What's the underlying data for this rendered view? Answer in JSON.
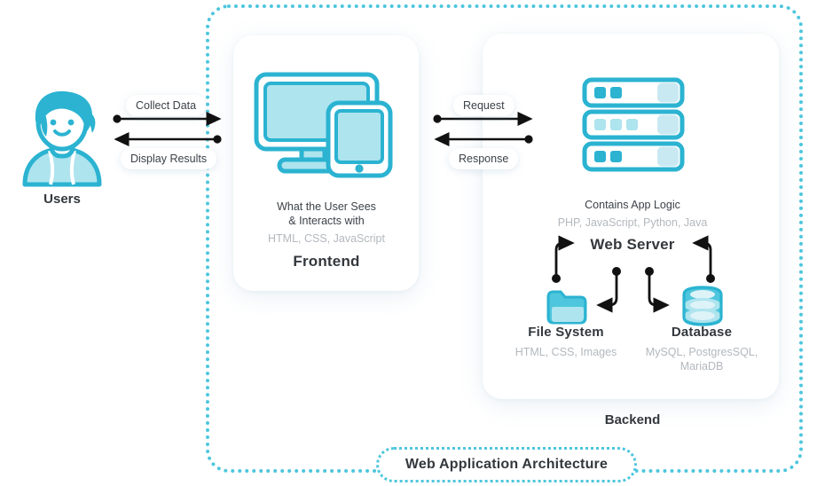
{
  "diagram": {
    "title": "Web Application Architecture",
    "accent_color": "#4ec6dd",
    "accent_dark": "#2bb3d1",
    "accent_light": "#aee4ee",
    "text_color": "#33383d",
    "muted_color": "#b3b8bd"
  },
  "users": {
    "label": "Users",
    "icon": "user-avatar-icon"
  },
  "user_flows": {
    "collect_data": "Collect Data",
    "display_results": "Display Results"
  },
  "frontend": {
    "description_line1": "What the User Sees",
    "description_line2": "& Interacts with",
    "technologies": "HTML, CSS, JavaScript",
    "title": "Frontend",
    "icon": "desktop-and-tablet-icon"
  },
  "frontend_backend_flows": {
    "request": "Request",
    "response": "Response"
  },
  "backend": {
    "title": "Backend",
    "server": {
      "description": "Contains App Logic",
      "technologies": "PHP, JavaScript, Python, Java",
      "title": "Web Server",
      "icon": "server-rack-icon"
    },
    "file_system": {
      "title": "File System",
      "technologies": "HTML, CSS, Images",
      "icon": "folder-icon"
    },
    "database": {
      "title": "Database",
      "technologies_line1": "MySQL, PostgresSQL,",
      "technologies_line2": "MariaDB",
      "icon": "database-cylinder-icon"
    }
  }
}
